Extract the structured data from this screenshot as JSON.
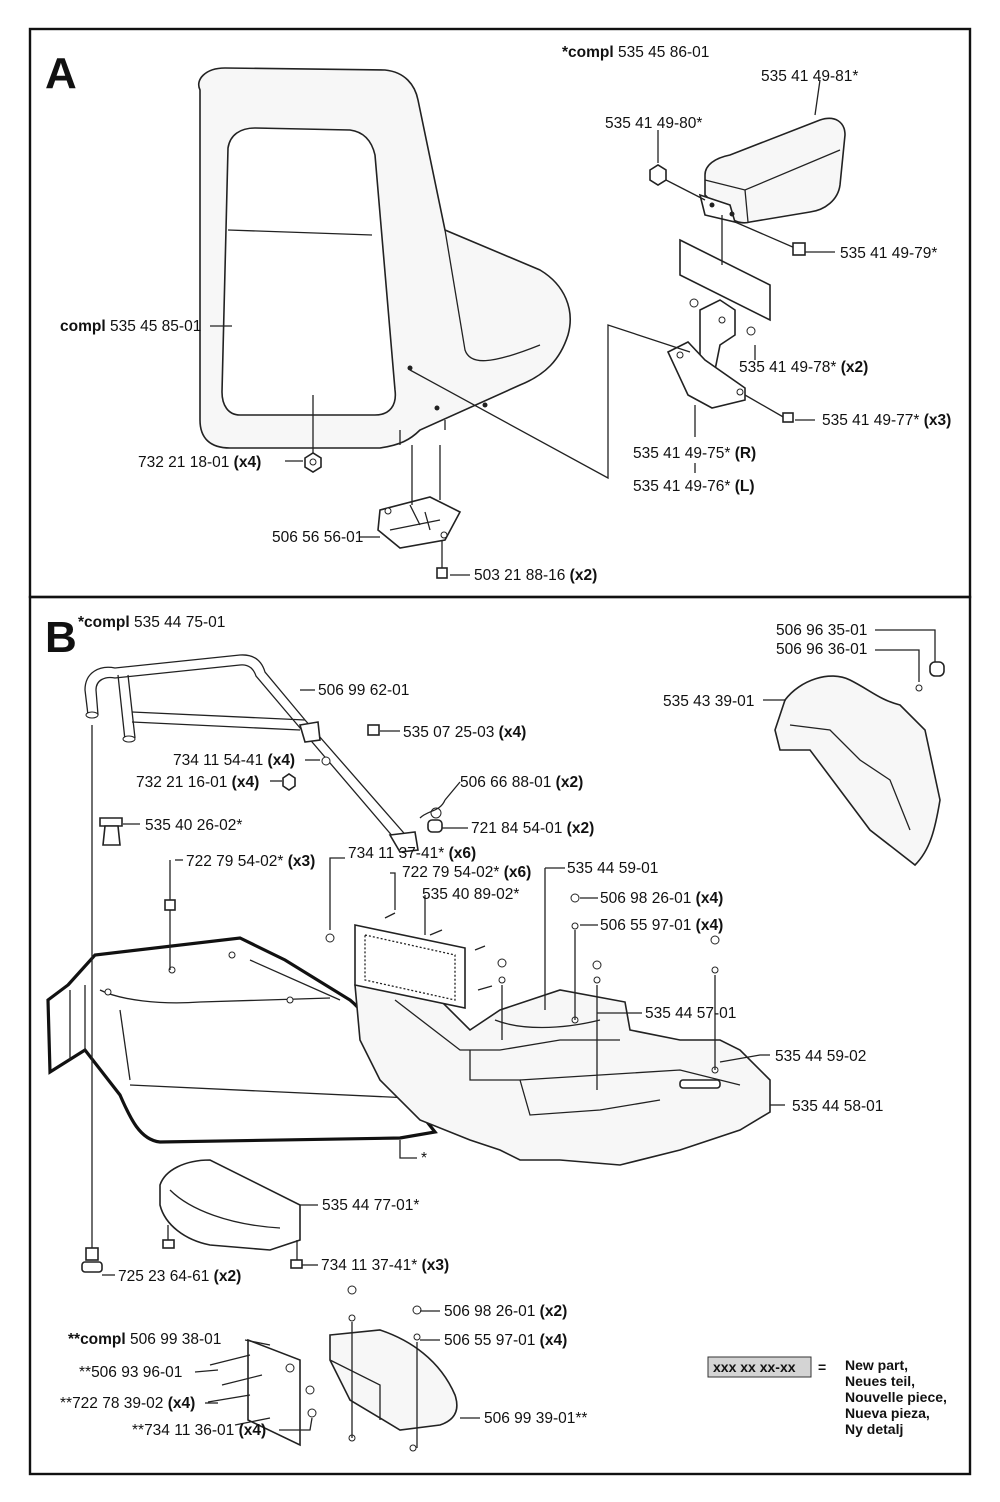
{
  "sections": {
    "a": {
      "letter": "A",
      "title_bold": "*compl",
      "title_num": "535 45 86-01",
      "parts": [
        {
          "num": "535 41 49-81*",
          "qty": ""
        },
        {
          "num": "535 41 49-80*",
          "qty": ""
        },
        {
          "num": "535 41 49-79*",
          "qty": ""
        },
        {
          "num": "535 45 85-01",
          "qty": "",
          "prefix": "compl"
        },
        {
          "num": "535 41 49-78*",
          "qty": "(x2)"
        },
        {
          "num": "535 41 49-77*",
          "qty": "(x3)"
        },
        {
          "num": "535 41 49-75*",
          "qty": "(R)"
        },
        {
          "num": "535 41 49-76*",
          "qty": "(L)"
        },
        {
          "num": "732 21 18-01",
          "qty": "(x4)"
        },
        {
          "num": "506 56 56-01",
          "qty": ""
        },
        {
          "num": "503 21 88-16",
          "qty": "(x2)"
        }
      ]
    },
    "b": {
      "letter": "B",
      "title_bold": "*compl",
      "title_num": "535 44 75-01",
      "parts": [
        {
          "num": "506 96 35-01",
          "qty": ""
        },
        {
          "num": "506 96 36-01",
          "qty": ""
        },
        {
          "num": "535 43 39-01",
          "qty": ""
        },
        {
          "num": "506 99 62-01",
          "qty": ""
        },
        {
          "num": "535 07 25-03",
          "qty": "(x4)"
        },
        {
          "num": "734 11 54-41",
          "qty": "(x4)"
        },
        {
          "num": "732 21 16-01",
          "qty": "(x4)"
        },
        {
          "num": "506 66 88-01",
          "qty": "(x2)"
        },
        {
          "num": "721 84 54-01",
          "qty": "(x2)"
        },
        {
          "num": "535 40 26-02*",
          "qty": ""
        },
        {
          "num": "722 79 54-02*",
          "qty": "(x3)"
        },
        {
          "num": "734 11 37-41*",
          "qty": "(x6)"
        },
        {
          "num": "722 79 54-02*",
          "qty": "(x6)"
        },
        {
          "num": "535 44 59-01",
          "qty": ""
        },
        {
          "num": "535 40 89-02*",
          "qty": ""
        },
        {
          "num": "506 98 26-01",
          "qty": "(x4)"
        },
        {
          "num": "506 55 97-01",
          "qty": "(x4)"
        },
        {
          "num": "535 44 57-01",
          "qty": ""
        },
        {
          "num": "535 44 59-02",
          "qty": ""
        },
        {
          "num": "535 44 58-01",
          "qty": ""
        },
        {
          "num": "*",
          "qty": ""
        },
        {
          "num": "535 44 77-01*",
          "qty": ""
        },
        {
          "num": "725 23 64-61",
          "qty": "(x2)"
        },
        {
          "num": "734 11 37-41*",
          "qty": "(x3)"
        },
        {
          "num": "506 98 26-01",
          "qty": "(x2)"
        },
        {
          "num": "506 99 38-01",
          "qty": "",
          "prefix": "**compl"
        },
        {
          "num": "506 55 97-01",
          "qty": "(x4)"
        },
        {
          "num": "**506 93 96-01",
          "qty": ""
        },
        {
          "num": "**722 78 39-02",
          "qty": "(x4)"
        },
        {
          "num": "506 99 39-01**",
          "qty": ""
        },
        {
          "num": "**734 11 36-01",
          "qty": "(x4)"
        }
      ]
    }
  },
  "legend": {
    "code": "xxx xx xx-xx",
    "equals": "=",
    "lines": [
      "New part,",
      "Neues teil,",
      "Nouvelle piece,",
      "Nueva pieza,",
      "Ny detalj"
    ]
  }
}
